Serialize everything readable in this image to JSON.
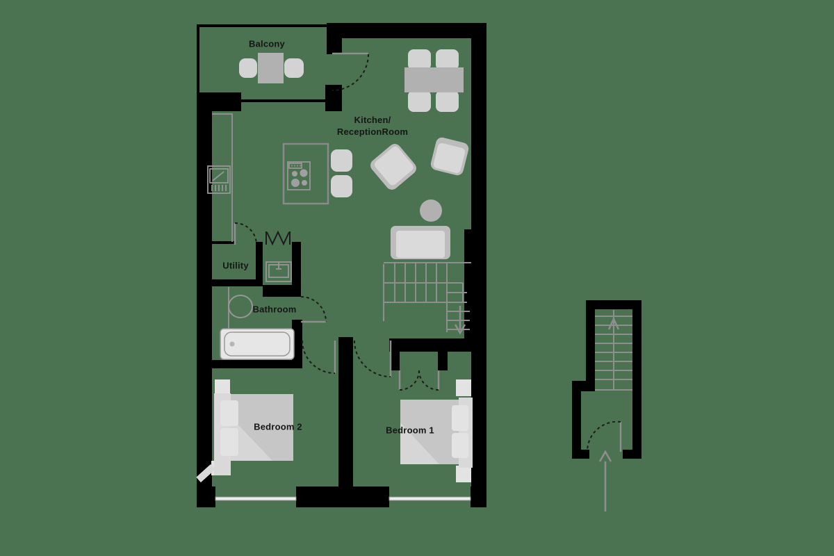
{
  "rooms": {
    "balcony": "Balcony",
    "kitchen_line1": "Kitchen/",
    "kitchen_line2": "ReceptionRoom",
    "utility": "Utility",
    "bathroom": "Bathroom",
    "bedroom2": "Bedroom 2",
    "bedroom1": "Bedroom 1"
  },
  "icons": {
    "stairs_up_arrow": "up-arrow",
    "stairs_down_arrow": "down-arrow",
    "entry_arrow": "entry-arrow",
    "door_swing": "quarter-arc",
    "bifold_door": "zigzag",
    "stove": "four-burner-hob",
    "sink": "sink-with-drainer",
    "toilet": "wc-oval",
    "bath": "bathtub",
    "basin": "washbasin"
  },
  "palette": {
    "background": "#4b7251",
    "walls": "#000000",
    "furniture_mid": "#b1b1b1",
    "furniture_light": "#d3d3d3",
    "furniture_lighter": "#e3e3e3",
    "line_gray": "#8f8f8f",
    "window_fill": "#ececec",
    "text": "#161616"
  },
  "furniture": {
    "balcony": [
      "bistro-table",
      "chair",
      "chair"
    ],
    "kitchen": [
      "island-unit",
      "hob",
      "sink-unit",
      "stool",
      "stool"
    ],
    "reception": [
      "dining-table",
      "4-dining-chairs",
      "armchair",
      "armchair",
      "round-side-table",
      "sofa"
    ],
    "bathroom": [
      "bathtub",
      "toilet",
      "washbasin"
    ],
    "bedroom1": [
      "double-bed",
      "wardrobe",
      "bedside-table",
      "bedside-table"
    ],
    "bedroom2": [
      "double-bed",
      "bedside-table",
      "bedside-table"
    ]
  }
}
